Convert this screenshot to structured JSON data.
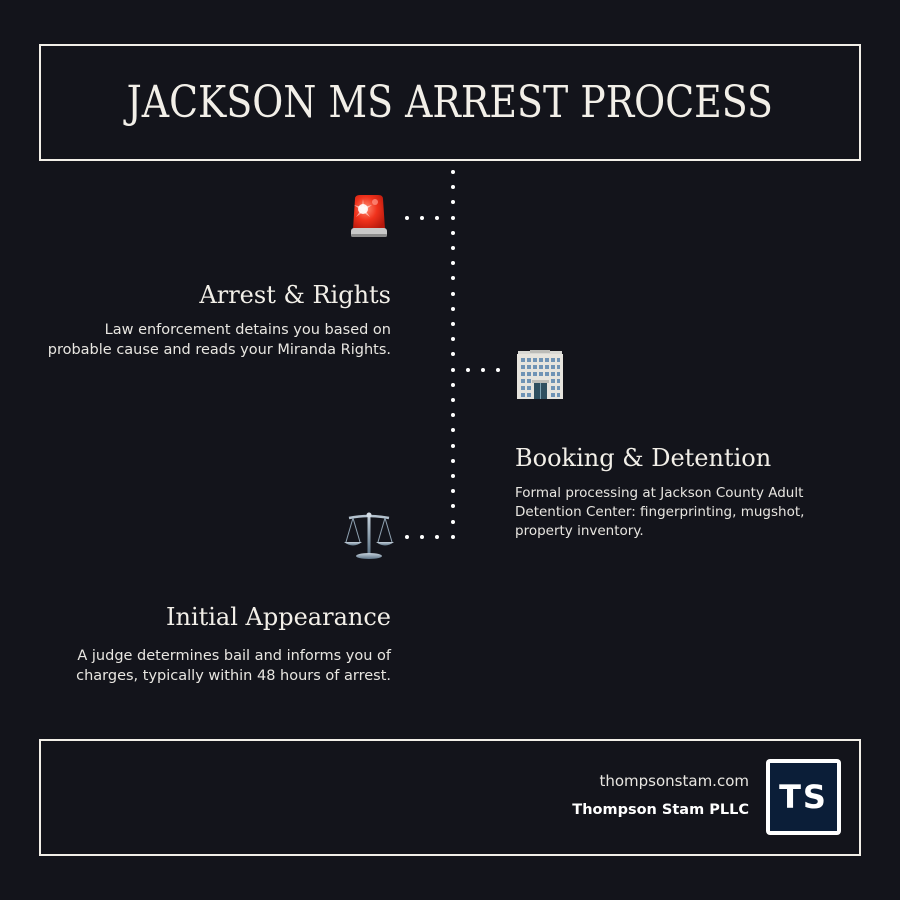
{
  "header": {
    "title": "JACKSON MS ARREST PROCESS"
  },
  "steps": [
    {
      "icon": "police-siren-icon",
      "title": "Arrest & Rights",
      "description_lines": [
        "Law enforcement detains you based on",
        "probable cause and reads your Miranda Rights."
      ]
    },
    {
      "icon": "office-building-icon",
      "title": "Booking & Detention",
      "description_lines": [
        "Formal processing at Jackson County Adult",
        "Detention Center: fingerprinting, mugshot,",
        "property inventory."
      ]
    },
    {
      "icon": "balance-scale-icon",
      "title": "Initial Appearance",
      "description_lines": [
        "A judge determines bail and informs you of",
        "charges, typically within 48 hours of arrest."
      ]
    }
  ],
  "footer": {
    "website": "thompsonstam.com",
    "firm_name": "Thompson Stam PLLC",
    "logo_text": "TS"
  },
  "colors": {
    "background": "#13141b",
    "text": "#f2efe8",
    "logo_navy": "#0b1e38",
    "siren_red": "#e8321e"
  }
}
